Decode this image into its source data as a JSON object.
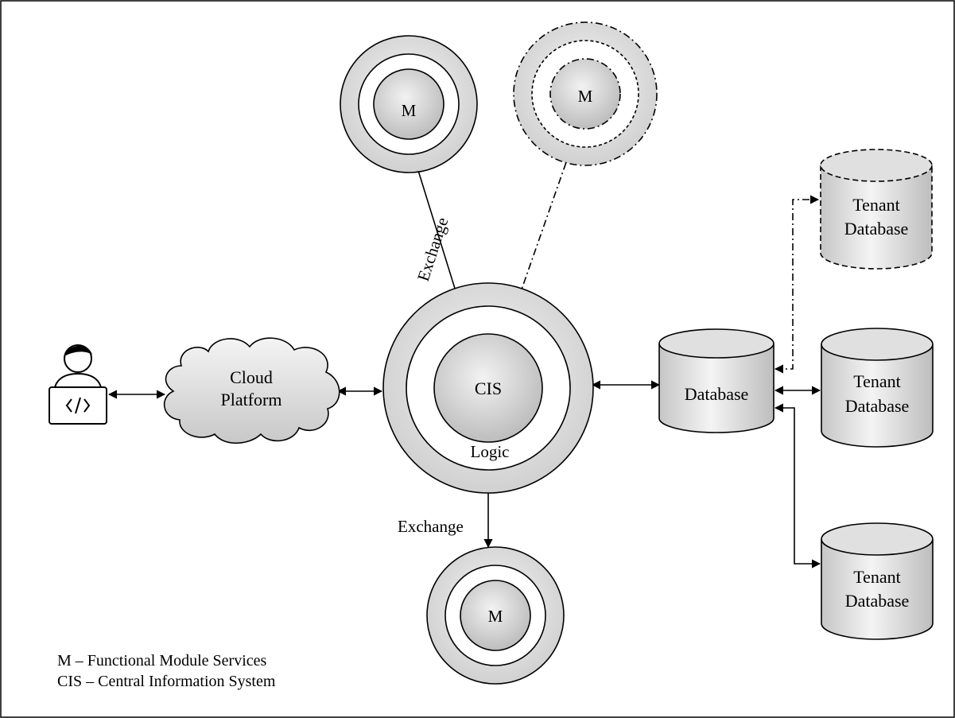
{
  "colors": {
    "shell": "#dadada",
    "core": "#c9c9c9",
    "stroke": "#000000",
    "background": "#ffffff"
  },
  "icons": {
    "user": "developer-laptop-icon"
  },
  "nodes": {
    "cloud": {
      "line1": "Cloud",
      "line2": "Platform"
    },
    "cis": {
      "core": "CIS",
      "ring": "Logic"
    },
    "module_top_left": {
      "label": "M"
    },
    "module_top_right": {
      "label": "M",
      "style": "dashed"
    },
    "module_bottom": {
      "label": "M"
    },
    "database": {
      "label": "Database"
    },
    "tenant_top": {
      "line1": "Tenant",
      "line2": "Database",
      "style": "dashed"
    },
    "tenant_mid": {
      "line1": "Tenant",
      "line2": "Database"
    },
    "tenant_bottom": {
      "line1": "Tenant",
      "line2": "Database"
    }
  },
  "edge_labels": {
    "exchange_top": "Exchange",
    "exchange_bottom": "Exchange"
  },
  "legend": {
    "line1": "M – Functional Module Services",
    "line2": "CIS – Central Information System"
  }
}
